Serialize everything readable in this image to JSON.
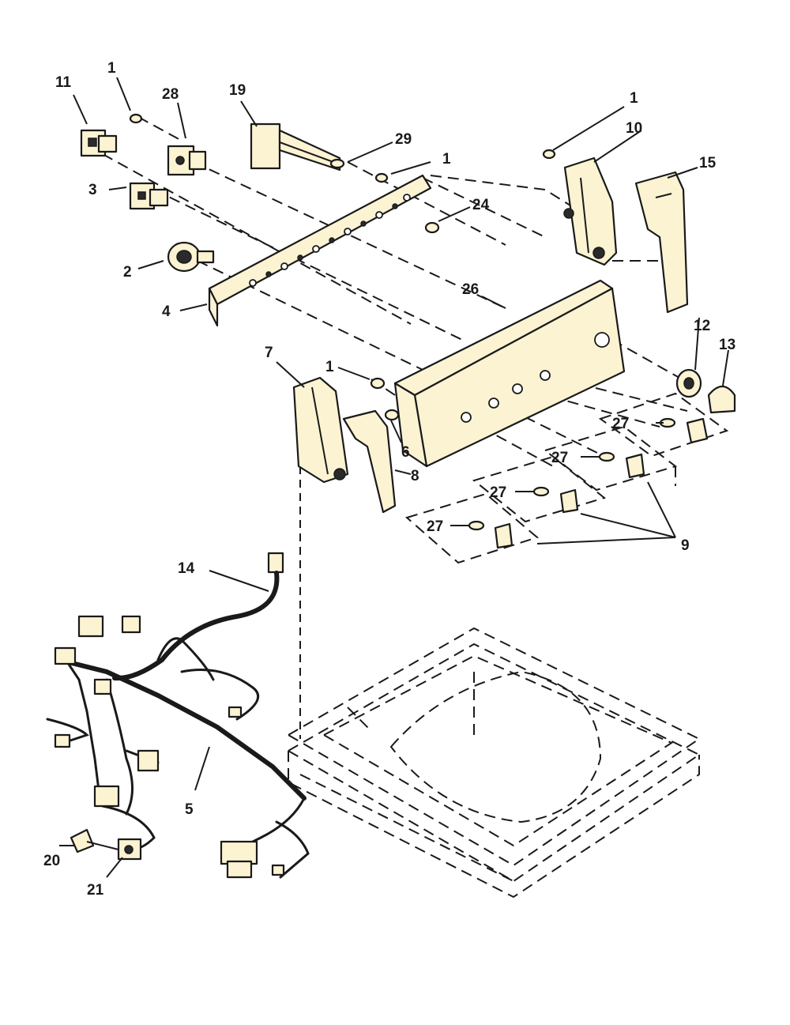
{
  "callouts": [
    {
      "id": "c11",
      "label": "11"
    },
    {
      "id": "c1a",
      "label": "1"
    },
    {
      "id": "c28",
      "label": "28"
    },
    {
      "id": "c19",
      "label": "19"
    },
    {
      "id": "c29",
      "label": "29"
    },
    {
      "id": "c1b",
      "label": "1"
    },
    {
      "id": "c1c",
      "label": "1"
    },
    {
      "id": "c10",
      "label": "10"
    },
    {
      "id": "c15",
      "label": "15"
    },
    {
      "id": "c3",
      "label": "3"
    },
    {
      "id": "c24",
      "label": "24"
    },
    {
      "id": "c2",
      "label": "2"
    },
    {
      "id": "c4",
      "label": "4"
    },
    {
      "id": "c26",
      "label": "26"
    },
    {
      "id": "c12",
      "label": "12"
    },
    {
      "id": "c13",
      "label": "13"
    },
    {
      "id": "c7",
      "label": "7"
    },
    {
      "id": "c1d",
      "label": "1"
    },
    {
      "id": "c6",
      "label": "6"
    },
    {
      "id": "c8",
      "label": "8"
    },
    {
      "id": "c27a",
      "label": "27"
    },
    {
      "id": "c27b",
      "label": "27"
    },
    {
      "id": "c27c",
      "label": "27"
    },
    {
      "id": "c27d",
      "label": "27"
    },
    {
      "id": "c9",
      "label": "9"
    },
    {
      "id": "c14",
      "label": "14"
    },
    {
      "id": "c5",
      "label": "5"
    },
    {
      "id": "c20",
      "label": "20"
    },
    {
      "id": "c21",
      "label": "21"
    }
  ]
}
